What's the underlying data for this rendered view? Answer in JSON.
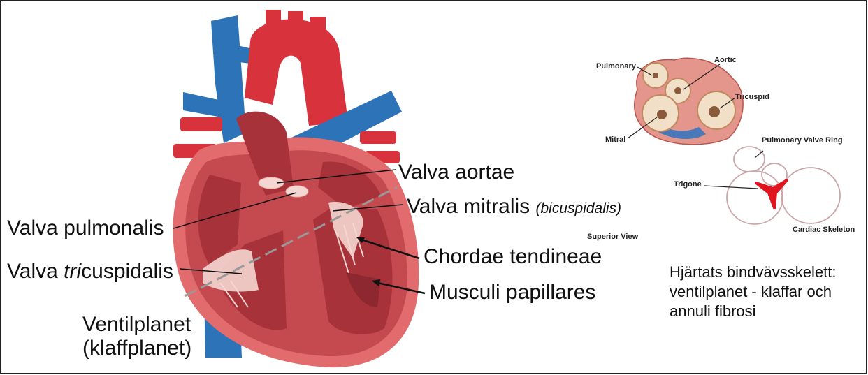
{
  "main_labels": {
    "valva_aortae": "Valva aortae",
    "valva_mitralis": "Valva mitralis",
    "bicuspidalis": "(bicuspidalis)",
    "valva_pulmonalis": "Valva pulmonalis",
    "chordae": "Chordae tendineae",
    "valva_tri_prefix": "Valva ",
    "valva_tri_italic": "tri",
    "valva_tri_suffix": "cuspidalis",
    "musculi": "Musculi papillares",
    "ventilplanet": "Ventilplanet",
    "klaffplanet": "(klaffplanet)"
  },
  "inset_top": {
    "pulmonary": "Pulmonary",
    "aortic": "Aortic",
    "tricuspid": "Tricuspid",
    "mitral": "Mitral",
    "superior_view": "Superior View"
  },
  "inset_bottom": {
    "pulmonary_valve_ring": "Pulmonary Valve Ring",
    "trigone": "Trigone",
    "cardiac_skeleton": "Cardiac Skeleton"
  },
  "note": {
    "line1": "Hjärtats bindvävsskelett:",
    "line2": "ventilplanet - klaffar och",
    "line3": "annuli fibrosi"
  },
  "colors": {
    "artery_red": "#d8323c",
    "vein_blue": "#2d73b8",
    "muscle": "#c44a50",
    "chamber": "#a8323a",
    "valve_tissue": "#f4d6d2",
    "trigone_red": "#e0141e"
  }
}
